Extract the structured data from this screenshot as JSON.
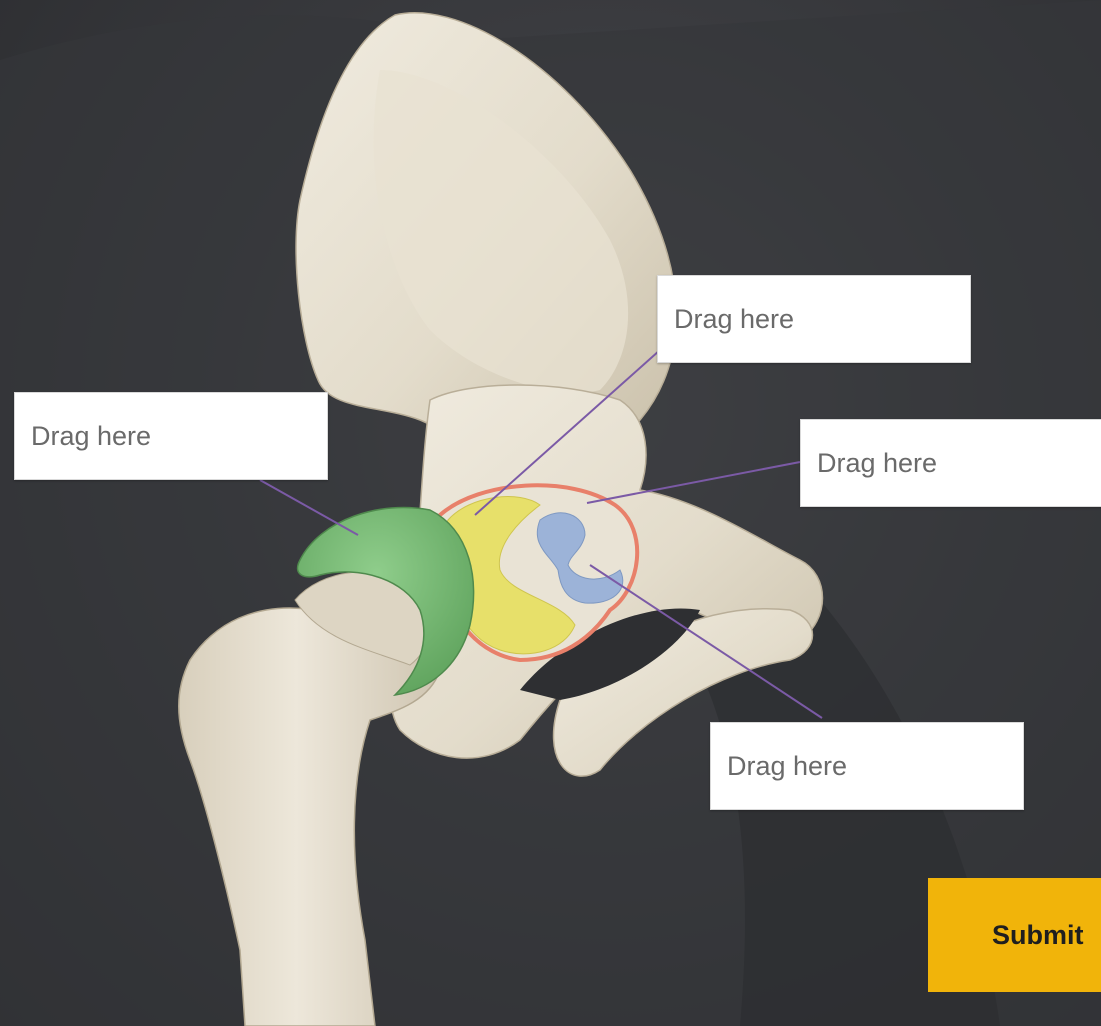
{
  "drop_zones": [
    {
      "label": "Drag here"
    },
    {
      "label": "Drag here"
    },
    {
      "label": "Drag here"
    },
    {
      "label": "Drag here"
    }
  ],
  "submit": {
    "label": "Submit"
  },
  "colors": {
    "background": "#3a3b3f",
    "bone": "#e3dccb",
    "femoral_head_highlight": "#7cc07a",
    "lunate_surface_highlight": "#e7e06a",
    "acetabular_fossa_highlight": "#9cb3d8",
    "labrum_outline": "#e8806a",
    "leader_line": "#7b5aa6",
    "submit_button": "#f1b40a"
  }
}
